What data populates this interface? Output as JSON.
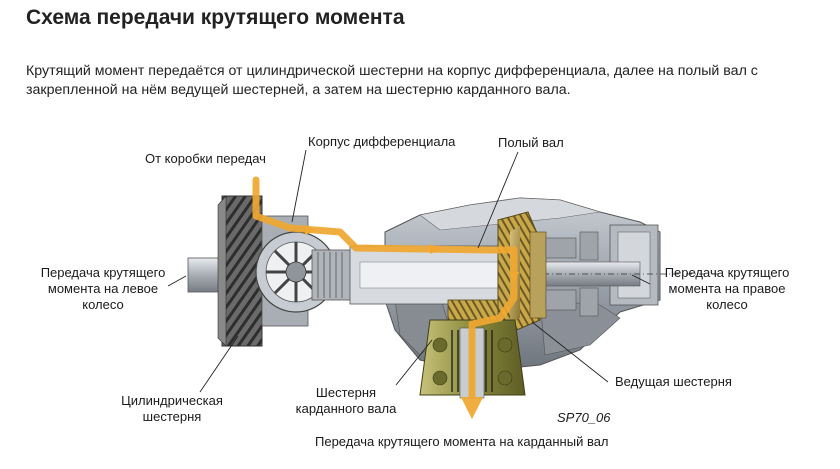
{
  "title": "Схема передачи крутящего момента",
  "description": "Крутящий момент передаётся от цилиндрической шестерни на корпус дифференциала, далее на полый вал с закрепленной на нём ведущей шестерней, а затем на шестерню карданного вала.",
  "labels": {
    "from_gearbox": "От коробки передач",
    "diff_housing": "Корпус дифференциала",
    "hollow_shaft": "Полый вал",
    "left_wheel": [
      "Передача крутящего",
      "момента на левое",
      "колесо"
    ],
    "right_wheel": [
      "Передача крутящего",
      "момента на правое",
      "колесо"
    ],
    "spur_gear": [
      "Цилиндрическая",
      "шестерня"
    ],
    "prop_gear": [
      "Шестерня",
      "карданного вала"
    ],
    "drive_gear": "Ведущая шестерня",
    "prop_shaft_output": "Передача крутящего момента на карданный вал",
    "figure_code": "SP70_06"
  },
  "colors": {
    "flow_arrow": "#f0a830",
    "housing": "#9aa1aa",
    "gear_teeth": "#4d4d4d",
    "green_gear": "#8a8a3c"
  }
}
